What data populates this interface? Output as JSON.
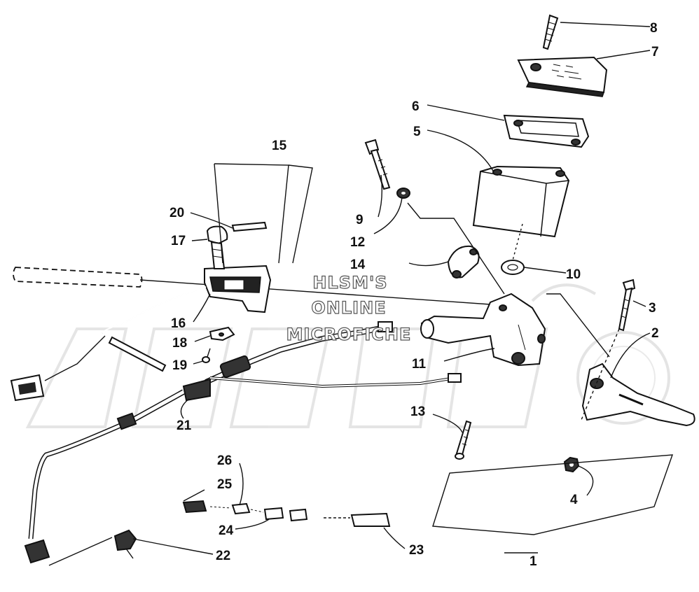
{
  "watermark": {
    "line1": "HLSM'S",
    "line2": "ONLINE",
    "line3": "MICROFICHE"
  },
  "callouts": [
    {
      "id": "c1",
      "label": "1"
    },
    {
      "id": "c2",
      "label": "2"
    },
    {
      "id": "c3",
      "label": "3"
    },
    {
      "id": "c4",
      "label": "4"
    },
    {
      "id": "c5",
      "label": "5"
    },
    {
      "id": "c6",
      "label": "6"
    },
    {
      "id": "c7",
      "label": "7"
    },
    {
      "id": "c8",
      "label": "8"
    },
    {
      "id": "c9",
      "label": "9"
    },
    {
      "id": "c10",
      "label": "10"
    },
    {
      "id": "c11",
      "label": "11"
    },
    {
      "id": "c12",
      "label": "12"
    },
    {
      "id": "c13",
      "label": "13"
    },
    {
      "id": "c14",
      "label": "14"
    },
    {
      "id": "c15",
      "label": "15"
    },
    {
      "id": "c16",
      "label": "16"
    },
    {
      "id": "c17",
      "label": "17"
    },
    {
      "id": "c18",
      "label": "18"
    },
    {
      "id": "c19",
      "label": "19"
    },
    {
      "id": "c20",
      "label": "20"
    },
    {
      "id": "c21",
      "label": "21"
    },
    {
      "id": "c22",
      "label": "22"
    },
    {
      "id": "c23",
      "label": "23"
    },
    {
      "id": "c24",
      "label": "24"
    },
    {
      "id": "c25",
      "label": "25"
    },
    {
      "id": "c26",
      "label": "26"
    }
  ]
}
